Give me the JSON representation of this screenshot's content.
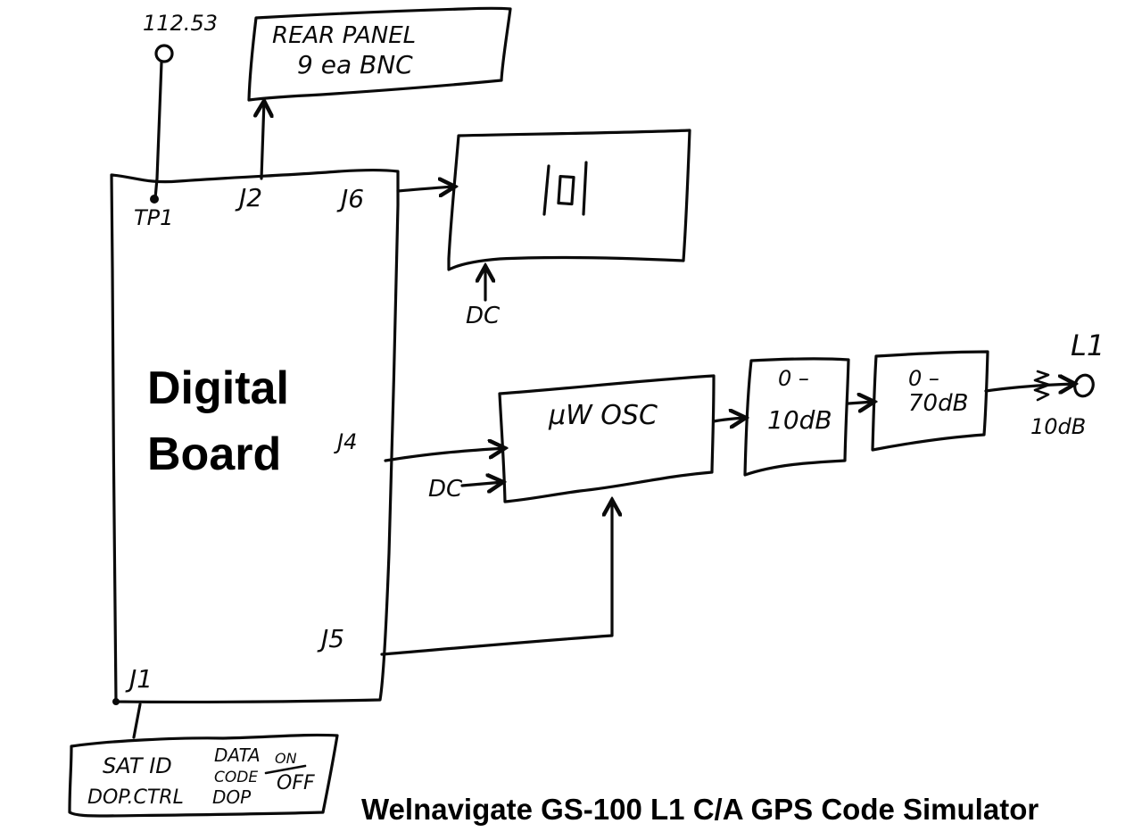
{
  "title": "Welnavigate GS-100 L1 C/A GPS Code Simulator",
  "blocks": {
    "digital_board": {
      "label_line1": "Digital",
      "label_line2": "Board",
      "connectors": {
        "tp1": "TP1",
        "j2": "J2",
        "j6": "J6",
        "j4": "J4",
        "j5": "J5",
        "j1": "J1"
      }
    },
    "test_point": {
      "label": "112.53"
    },
    "rear_panel": {
      "line1": "REAR PANEL",
      "line2": "9 ea BNC"
    },
    "crystal_oscillator": {
      "symbol": "|▯|",
      "dc_label": "DC",
      "icon": "crystal-icon"
    },
    "uw_oscillator": {
      "label": "μW OSC",
      "dc_label": "DC"
    },
    "attenuator_1": {
      "line1": "0 –",
      "line2": "10dB"
    },
    "attenuator_2": {
      "line1": "0 –",
      "line2": "70dB"
    },
    "output_pad": {
      "label": "10dB",
      "icon": "resistor-icon"
    },
    "output_connector": {
      "label": "L1",
      "icon": "connector-icon"
    },
    "control_box": {
      "sat_id": "SAT ID",
      "data": "DATA",
      "code": "CODE",
      "on": "ON",
      "off": "OFF",
      "dop_ctrl": "DOP.CTRL",
      "dop": "DOP"
    }
  }
}
